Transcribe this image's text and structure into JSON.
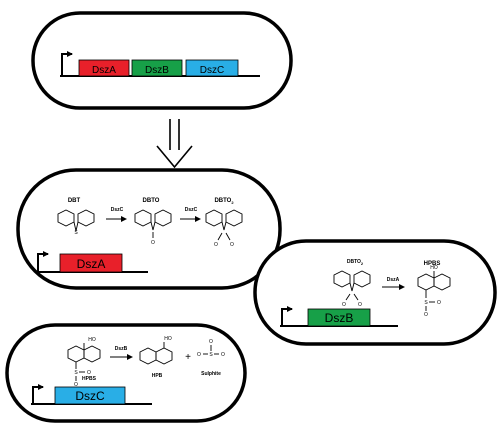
{
  "operon_cell": {
    "genes": [
      {
        "label": "DszA",
        "color": "#e8202a"
      },
      {
        "label": "DszB",
        "color": "#17a048"
      },
      {
        "label": "DszC",
        "color": "#29aee6"
      }
    ]
  },
  "arrow": {
    "style": "double-down-arrow"
  },
  "cell_dszA": {
    "gene_label": "DszA",
    "gene_color": "#e8202a",
    "compounds": [
      "DBT",
      "DBTO",
      "DBTO"
    ],
    "subscript_2": "2",
    "enzymes": [
      "DszC",
      "DszC"
    ]
  },
  "cell_dszB": {
    "gene_label": "DszB",
    "gene_color": "#17a048",
    "substrate": "DBTO",
    "substrate_sub": "2",
    "enzyme": "DszA",
    "product": "HPBS"
  },
  "cell_dszC": {
    "gene_label": "DszC",
    "gene_color": "#29aee6",
    "substrate": "HPBS",
    "enzyme": "DszB",
    "product": "HPB",
    "plus": "+",
    "byproduct": "Sulphite"
  },
  "atom_labels": {
    "S": "S",
    "O": "O",
    "HO": "HO",
    "O_minus": "O"
  }
}
